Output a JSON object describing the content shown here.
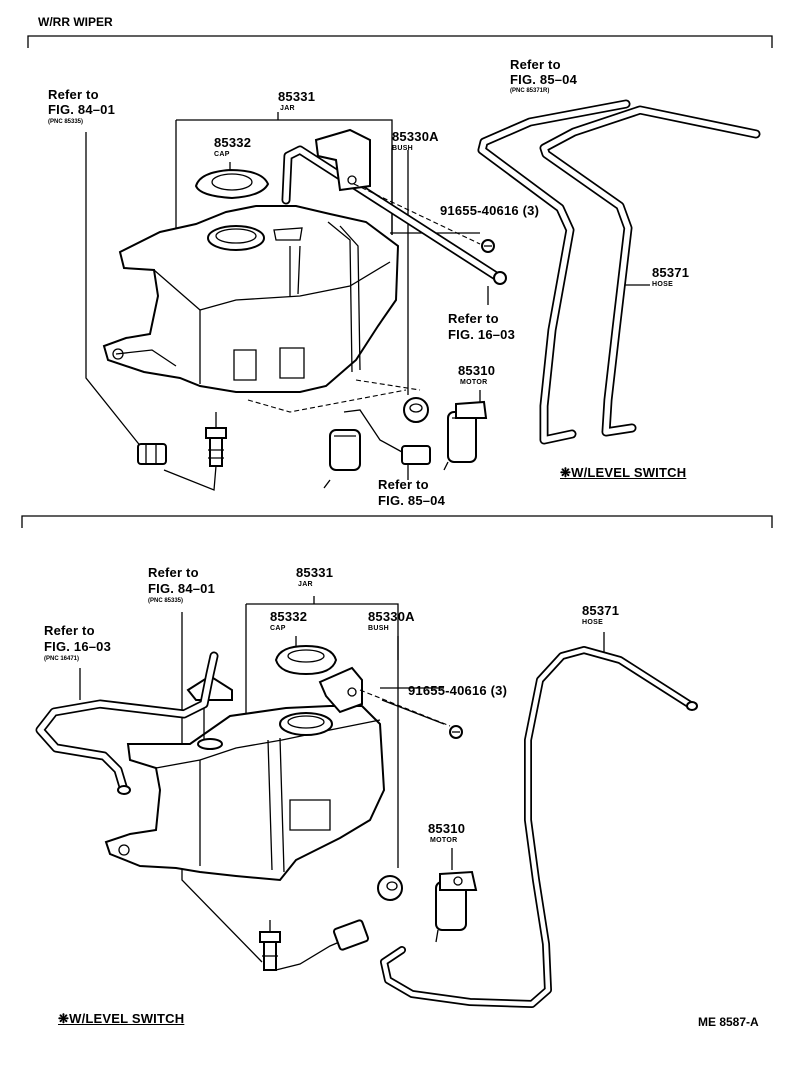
{
  "header": {
    "title": "W/RR WIPER"
  },
  "top": {
    "refer_8401": {
      "line1": "Refer to",
      "line2": "FIG. 84–01",
      "pnc": "(PNC 85335)"
    },
    "jar": {
      "num": "85331",
      "name": "JAR"
    },
    "cap": {
      "num": "85332",
      "name": "CAP"
    },
    "bush": {
      "num": "85330A",
      "name": "BUSH"
    },
    "refer_8504_top": {
      "line1": "Refer to",
      "line2": "FIG. 85–04",
      "pnc": "(PNC 85371R)"
    },
    "screw": {
      "num": "91655-40616 (3)"
    },
    "hose": {
      "num": "85371",
      "name": "HOSE"
    },
    "refer_1603": {
      "line1": "Refer to",
      "line2": "FIG. 16–03"
    },
    "motor": {
      "num": "85310",
      "name": "MOTOR"
    },
    "level_switch": "❋W/LEVEL SWITCH",
    "refer_8504_bottom": {
      "line1": "Refer to",
      "line2": "FIG. 85–04"
    }
  },
  "bottom": {
    "refer_8401": {
      "line1": "Refer to",
      "line2": "FIG. 84–01",
      "pnc": "(PNC 85335)"
    },
    "jar": {
      "num": "85331",
      "name": "JAR"
    },
    "refer_1603": {
      "line1": "Refer to",
      "line2": "FIG. 16–03",
      "pnc": "(PNC 16471)"
    },
    "cap": {
      "num": "85332",
      "name": "CAP"
    },
    "bush": {
      "num": "85330A",
      "name": "BUSH"
    },
    "hose": {
      "num": "85371",
      "name": "HOSE"
    },
    "screw": {
      "num": "91655-40616 (3)"
    },
    "motor": {
      "num": "85310",
      "name": "MOTOR"
    },
    "level_switch": "❋W/LEVEL SWITCH"
  },
  "footer": {
    "code": "ME 8587-A"
  }
}
